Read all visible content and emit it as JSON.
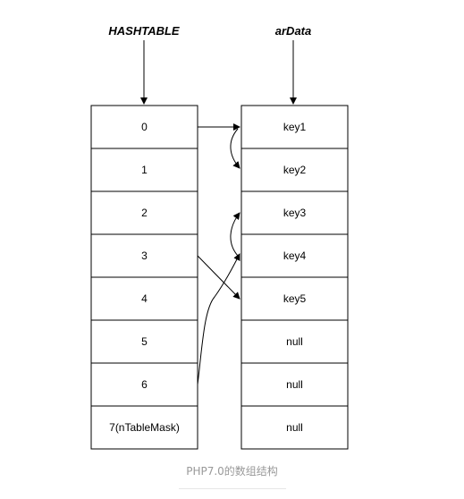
{
  "hashtable": {
    "title": "HASHTABLE",
    "slots": [
      "0",
      "1",
      "2",
      "3",
      "4",
      "5",
      "6",
      "7(nTableMask)"
    ]
  },
  "ardata": {
    "title": "arData",
    "buckets": [
      "key1",
      "key2",
      "key3",
      "key4",
      "key5",
      "null",
      "null",
      "null"
    ]
  },
  "links": [
    {
      "from": "hashtable slot 0",
      "to": "key1"
    },
    {
      "from": "key1",
      "to": "key2"
    },
    {
      "from": "hashtable slot 3",
      "to": "key5"
    },
    {
      "from": "key4",
      "to": "key3"
    },
    {
      "from": "hashtable slot 6",
      "to": "key4"
    }
  ],
  "caption": "PHP7.0的数组结构",
  "colors": {
    "line": "#000000",
    "caption": "#999999",
    "background": "#ffffff"
  }
}
